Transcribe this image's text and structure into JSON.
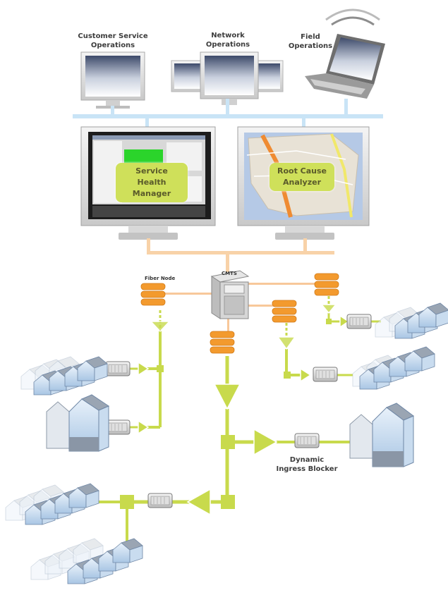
{
  "operations": {
    "customer_service": [
      "Customer Service",
      "Operations"
    ],
    "network": [
      "Network",
      "Operations"
    ],
    "field": [
      "Field",
      "Operations"
    ]
  },
  "apps": {
    "service_health": [
      "Service Health",
      "Manager"
    ],
    "root_cause": [
      "Root Cause",
      "Analyzer"
    ]
  },
  "labels": {
    "cmts": "CMTS",
    "fiber_node": "Fiber Node",
    "ingress_blocker": [
      "Dynamic",
      "Ingress Blocker"
    ]
  },
  "colors": {
    "bus_blue": "#c9e4f6",
    "bus_peach": "#f8d2a8",
    "coax_green": "#c8da4c",
    "fiber_orange": "#f39a2e",
    "callout": "#cfe05a",
    "house_blue": "#b9d4ee"
  }
}
